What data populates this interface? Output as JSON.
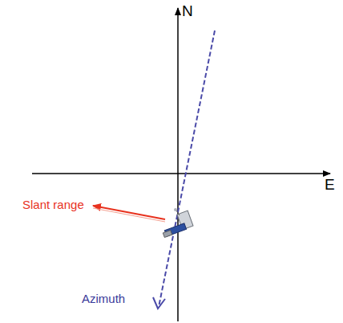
{
  "diagram": {
    "labels": [
      "N",
      "E",
      "Slant range",
      "Azimuth"
    ]
  }
}
